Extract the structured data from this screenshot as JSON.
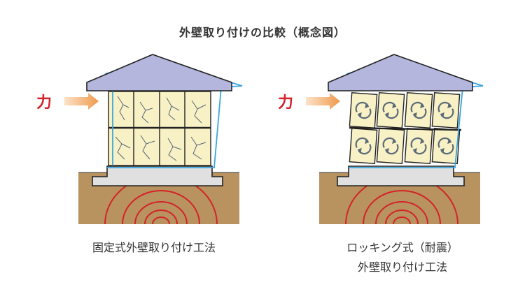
{
  "title": "外壁取り付けの比較（概念図）",
  "panels": [
    {
      "force_label": "力",
      "caption_lines": [
        "固定式外壁取り付け工法"
      ]
    },
    {
      "force_label": "力",
      "caption_lines": [
        "ロッキング式（耐震）",
        "外壁取り付け工法"
      ]
    }
  ],
  "colors": {
    "roof": "#b4b6dd",
    "outline": "#222222",
    "frame_shifted": "#3aa6dd",
    "panel_fill": "#f8f1c5",
    "ground": "#b9935f",
    "foundation": "#d9d9d9",
    "waves": "#d2232a",
    "force_arrow": "#f0a050",
    "force_text": "#d2232a",
    "crack": "#556677",
    "rotation_icon": "#5b6a78"
  }
}
